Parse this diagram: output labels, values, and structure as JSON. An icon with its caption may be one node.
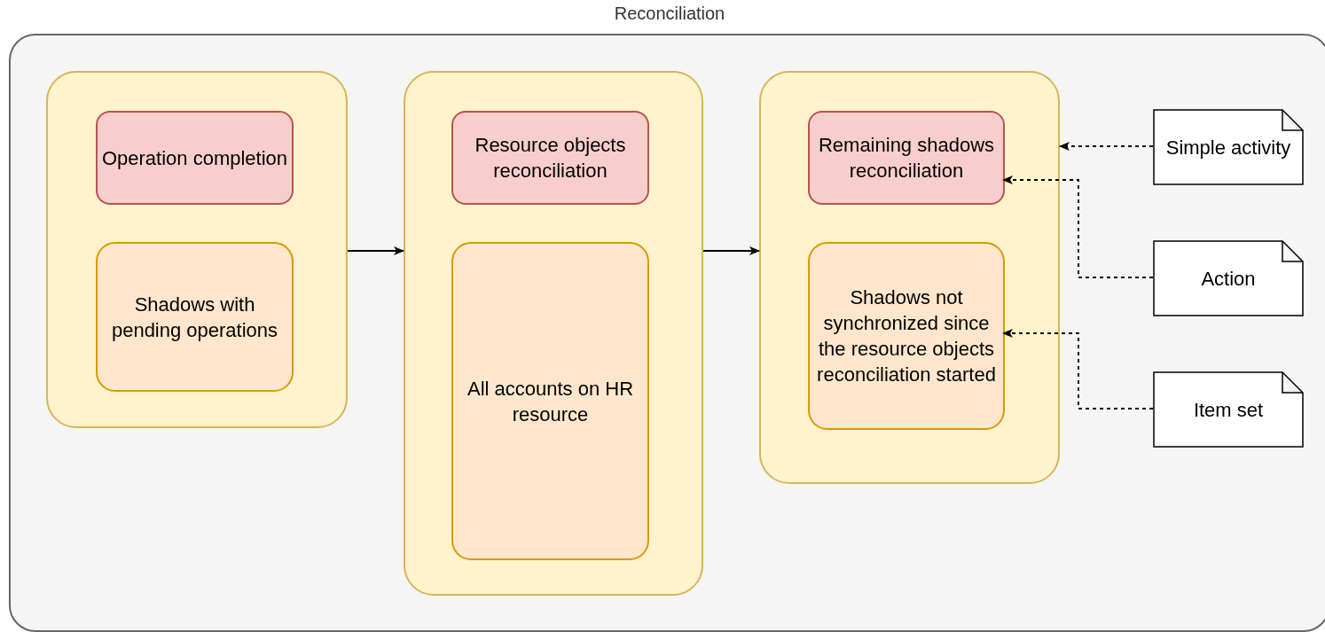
{
  "diagram": {
    "nodes": [
      {
        "text": [
          "Reconciliation"
        ]
      },
      {
        "text": [],
        "shape": "box",
        "in": 0
      },
      {
        "text": [
          "Operation completion"
        ],
        "in": 1
      },
      {
        "text": [
          "Shadows with pending operations"
        ],
        "in": 1
      },
      {
        "text": [],
        "shape": "box",
        "in": 0
      },
      {
        "text": [
          "Resource objects reconciliation"
        ],
        "in": 4
      },
      {
        "text": [
          "All accounts on HR resource"
        ],
        "in": 4
      },
      {
        "text": [],
        "shape": "box",
        "in": 0
      },
      {
        "text": [
          "Remaining shadows reconciliation"
        ],
        "in": 7
      },
      {
        "text": [
          "Shadows not synchronized since the resource objects reconciliation started"
        ],
        "in": 7
      },
      {
        "text": [
          "Simple activity"
        ],
        "in": 0
      },
      {
        "text": [
          "Action"
        ],
        "in": 0
      },
      {
        "text": [
          "Item set"
        ],
        "in": 0
      }
    ],
    "edges": [
      {
        "from": 1,
        "to": 4,
        "arrow": "to"
      },
      {
        "from": 4,
        "to": 7,
        "arrow": "to"
      },
      {
        "from": 10,
        "to": 7,
        "arrow": "to",
        "style": "dashed"
      },
      {
        "from": 11,
        "to": 8,
        "arrow": "to",
        "style": "dashed"
      },
      {
        "from": 12,
        "to": 9,
        "arrow": "to",
        "style": "dashed"
      }
    ]
  }
}
